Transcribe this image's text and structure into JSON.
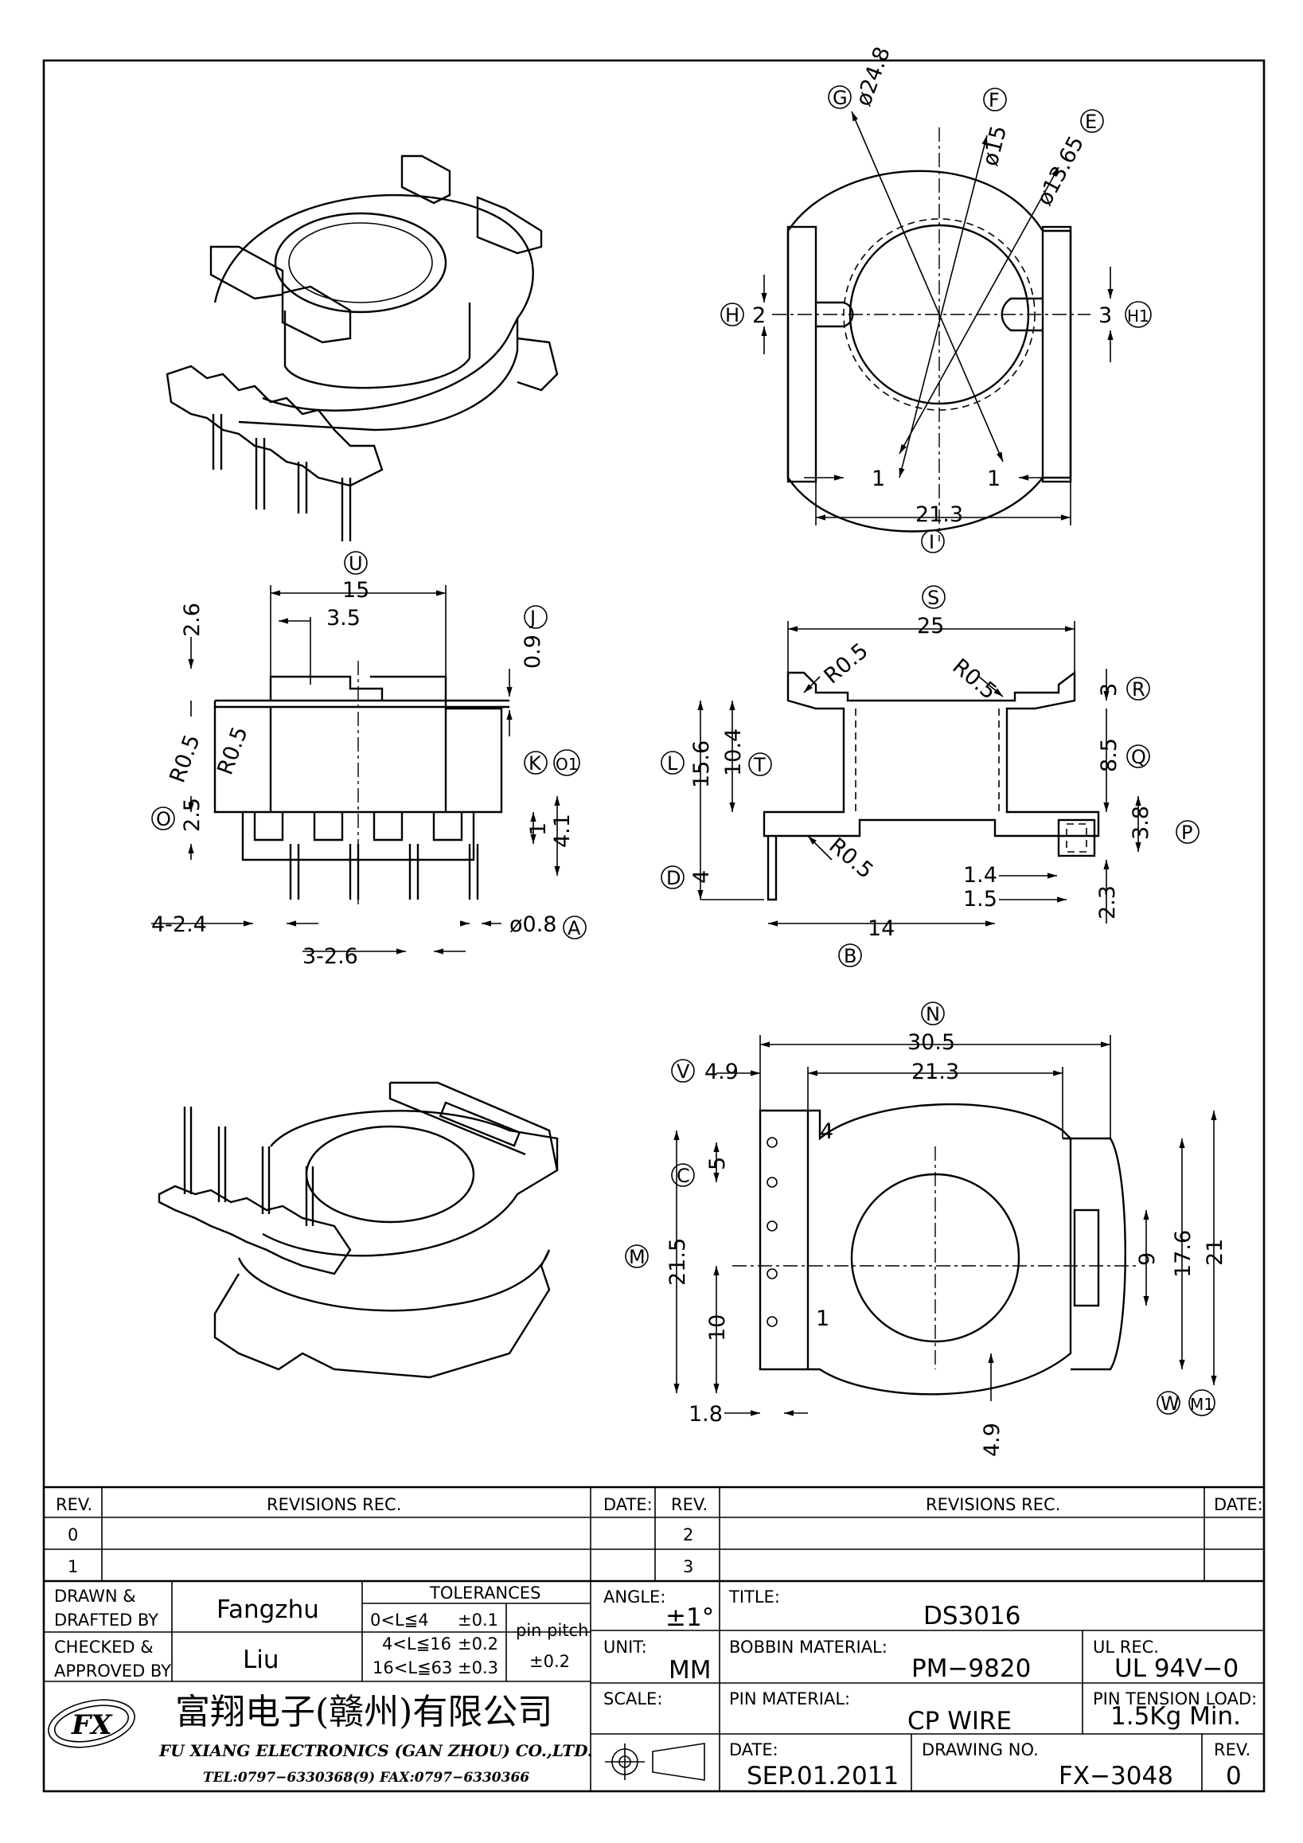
{
  "drawing": {
    "top_view": {
      "callouts": [
        "G",
        "F",
        "E",
        "H",
        "H1",
        "I"
      ],
      "dims": [
        "ø24.8",
        "ø15",
        "ø13.65",
        "2",
        "3",
        "1",
        "1",
        "21.3"
      ]
    },
    "front_view": {
      "callouts": [
        "U",
        "J",
        "K",
        "O1",
        "O",
        "A"
      ],
      "dims": [
        "15",
        "3.5",
        "2.6",
        "0.9",
        "R0.5",
        "R0.5",
        "2.5",
        "1",
        "4.1",
        "4-2.4",
        "3-2.6",
        "ø0.8"
      ]
    },
    "side_view": {
      "callouts": [
        "S",
        "R",
        "L",
        "T",
        "Q",
        "P",
        "D",
        "B"
      ],
      "dims": [
        "25",
        "R0.5",
        "R0.5",
        "3",
        "15.6",
        "10.4",
        "8.5",
        "3.8",
        "R0.5",
        "4",
        "1.4",
        "1.5",
        "2.3",
        "14"
      ]
    },
    "bottom_view": {
      "callouts": [
        "N",
        "V",
        "C",
        "M",
        "W",
        "M1"
      ],
      "dims": [
        "30.5",
        "4.9",
        "21.3",
        "5",
        "21.5",
        "10",
        "9",
        "17.6",
        "21",
        "1.8",
        "4.9"
      ],
      "pin_numbers": [
        "4",
        "1"
      ]
    }
  },
  "title_block": {
    "rev_header": "REV.",
    "revisions_header": "REVISIONS   REC.",
    "date_header": "DATE:",
    "rev_left": [
      "0",
      "1"
    ],
    "rev_right": [
      "2",
      "3"
    ],
    "drawn_label": [
      "DRAWN  &",
      "DRAFTED  BY"
    ],
    "drawn_value": "Fangzhu",
    "checked_label": [
      "CHECKED  &",
      "APPROVED  BY"
    ],
    "checked_value": "Liu",
    "tolerances_label": "TOLERANCES",
    "tol_rows": [
      [
        "0<L≦4",
        "±0.1"
      ],
      [
        "4<L≦16",
        "±0.2"
      ],
      [
        "16<L≦63",
        "±0.3"
      ]
    ],
    "pin_pitch_label": "pin  pitch",
    "pin_pitch_value": "±0.2",
    "angle_label": "ANGLE:",
    "angle_value": "±1°",
    "unit_label": "UNIT:",
    "unit_value": "MM",
    "scale_label": "SCALE:",
    "title_label": "TITLE:",
    "title_value": "DS3016",
    "bobbin_label": "BOBBIN  MATERIAL:",
    "bobbin_value": "PM−9820",
    "ul_label": "UL  REC.",
    "ul_value": "UL  94V−0",
    "pin_material_label": "PIN  MATERIAL:",
    "pin_material_value": "CP  WIRE",
    "pin_tension_label": "PIN  TENSION  LOAD:",
    "pin_tension_value": "1.5Kg  Min.",
    "date_label": "DATE:",
    "date_value": "SEP.01.2011",
    "drawing_no_label": "DRAWING  NO.",
    "drawing_no_value": "FX−3048",
    "rev_label": "REV.",
    "rev_value": "0",
    "company_cn": "富翔电子(赣州)有限公司",
    "company_en": "FU  XIANG  ELECTRONICS  (GAN  ZHOU)  CO.,LTD.",
    "phone": "TEL:0797−6330368(9)   FAX:0797−6330366",
    "logo_text": "FX"
  }
}
